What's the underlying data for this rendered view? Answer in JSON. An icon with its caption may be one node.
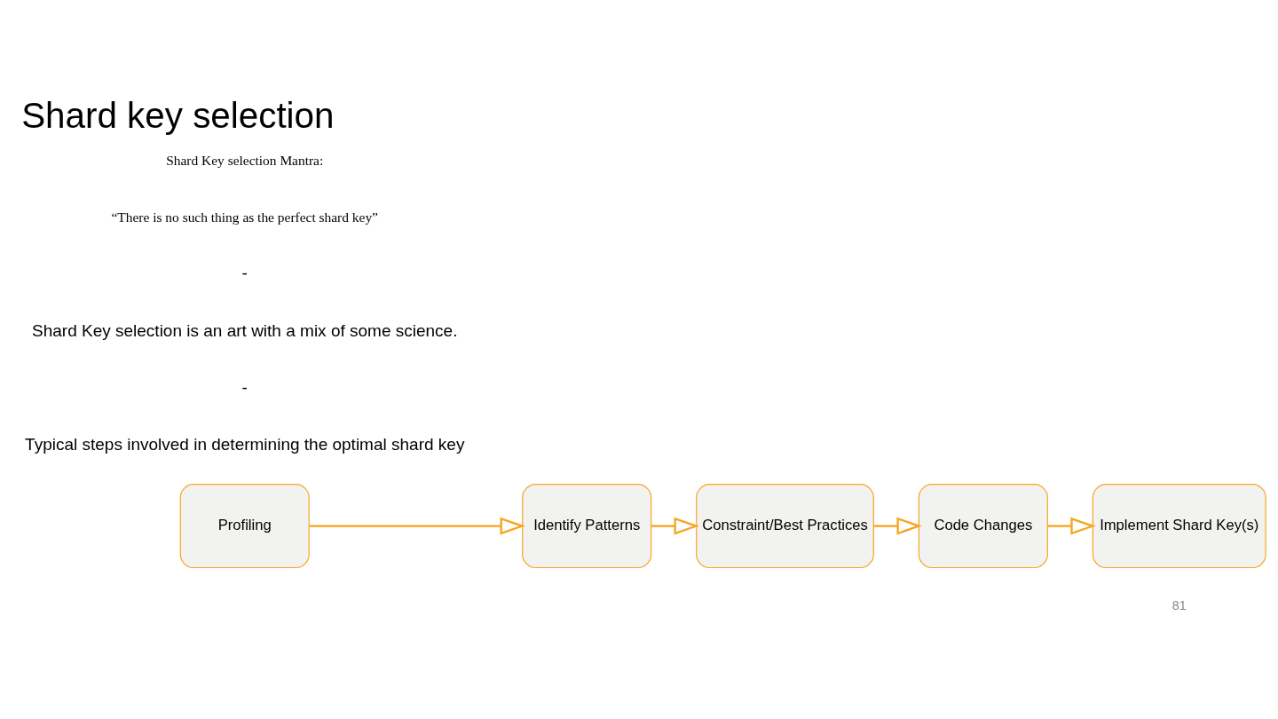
{
  "diagram": {
    "title": "Shard key selection",
    "nodes": [
      {
        "text": [
          "Profiling"
        ]
      },
      {
        "text": [
          "Identify Patterns"
        ]
      },
      {
        "text": [
          "Constraint/Best Practices"
        ]
      },
      {
        "text": [
          "Code Changes"
        ]
      },
      {
        "text": [
          "Implement Shard Key(s)"
        ]
      }
    ],
    "edges": [
      {
        "from": 0,
        "to": 1,
        "arrow": "to"
      },
      {
        "from": 1,
        "to": 2,
        "arrow": "to"
      },
      {
        "from": 2,
        "to": 3,
        "arrow": "to"
      },
      {
        "from": 3,
        "to": 4,
        "arrow": "to"
      }
    ],
    "labels": [
      "Shard Key selection Mantra:",
      "“There is no such thing as the perfect shard key”",
      "-",
      "Shard Key selection is an art with a mix of some science.",
      "-",
      "Typical steps involved in determining the optimal shard key",
      "81"
    ]
  }
}
